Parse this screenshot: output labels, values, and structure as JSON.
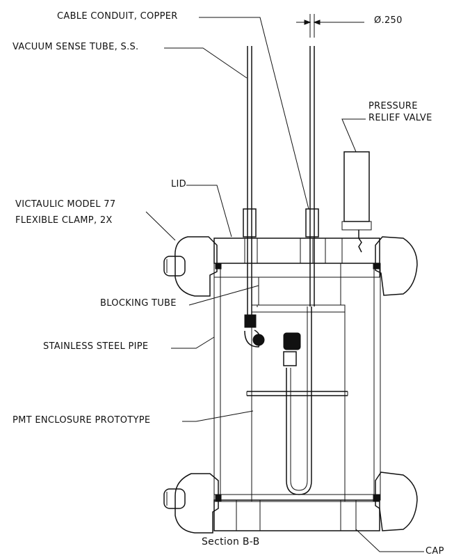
{
  "labels": {
    "cable_conduit": "CABLE CONDUIT, COPPER",
    "vacuum_tube": "VACUUM SENSE TUBE, S.S.",
    "diameter": "Ø.250",
    "pressure_relief_1": "PRESSURE",
    "pressure_relief_2": "RELIEF VALVE",
    "lid": "LID",
    "victaulic_1": "VICTAULIC MODEL 77",
    "victaulic_2": "FLEXIBLE CLAMP, 2X",
    "blocking_tube": "BLOCKING TUBE",
    "stainless_pipe": "STAINLESS STEEL PIPE",
    "pmt_enclosure": "PMT ENCLOSURE PROTOTYPE",
    "section": "Section B-B",
    "cap": "CAP"
  },
  "colors": {
    "line": "#111111",
    "background": "#ffffff"
  }
}
